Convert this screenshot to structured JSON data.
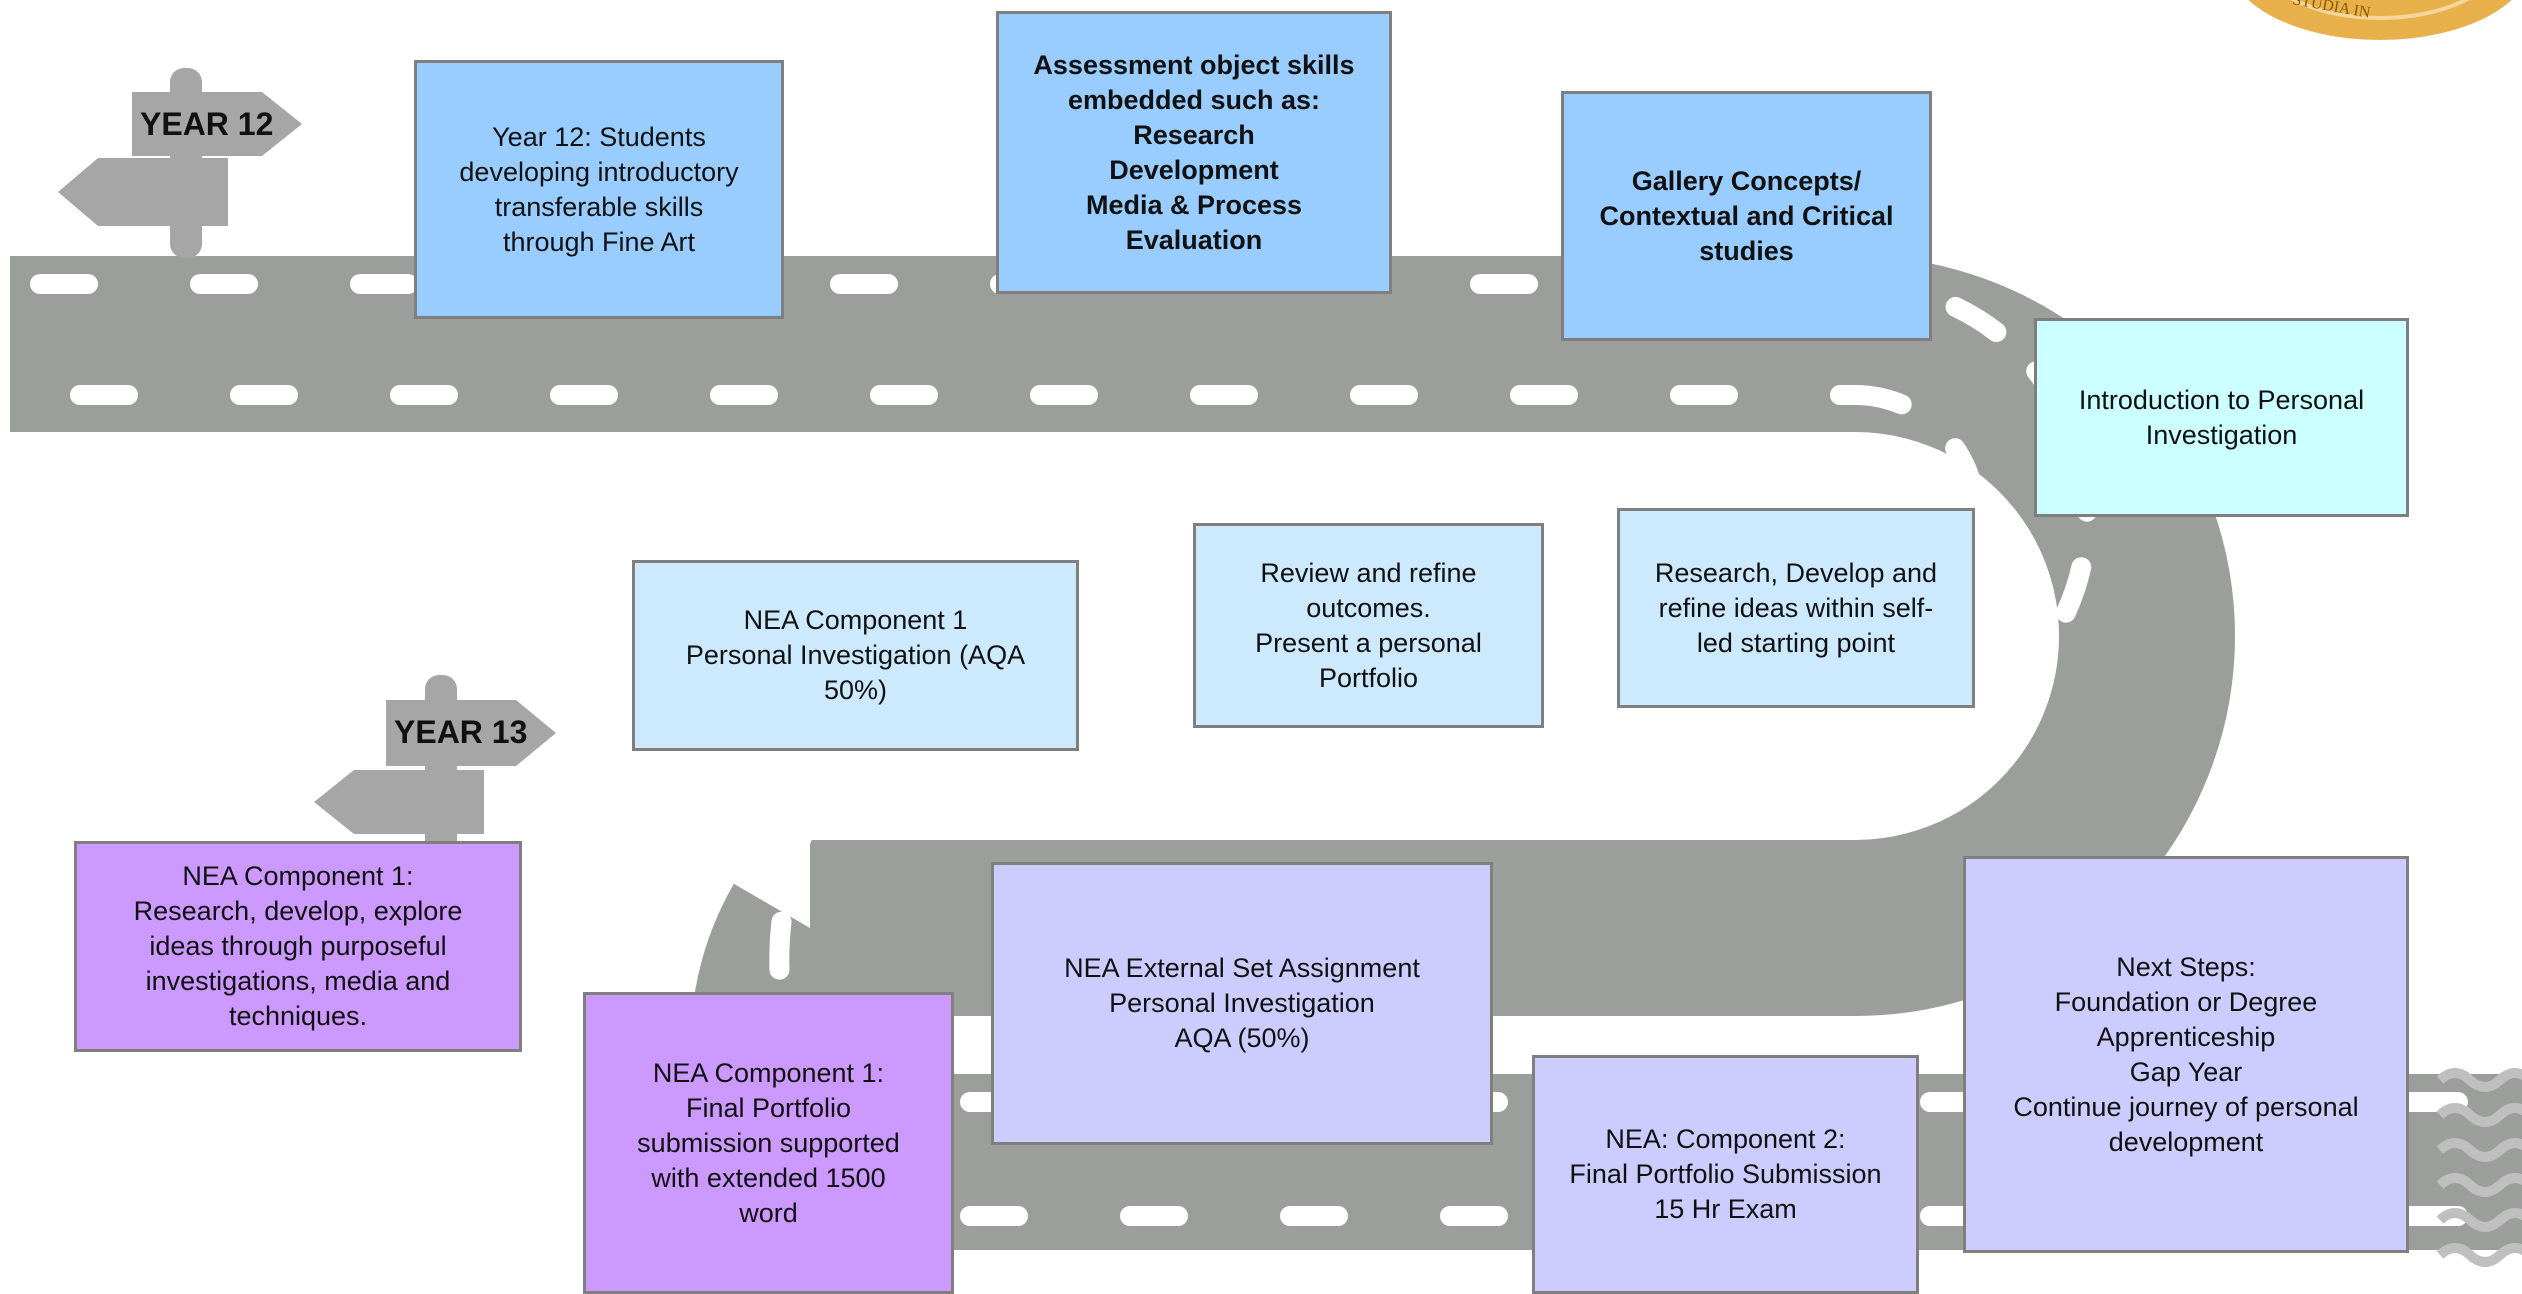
{
  "signs": {
    "year12": "YEAR 12",
    "year13": "YEAR 13"
  },
  "logo": {
    "text": "STUDIA IN"
  },
  "boxes": {
    "year12_intro": "Year 12: Students\ndeveloping introductory\ntransferable skills\nthrough Fine Art",
    "assessment_skills": "Assessment object skills\nembedded such as:\nResearch\nDevelopment\nMedia & Process\nEvaluation",
    "gallery_concepts": "Gallery Concepts/\nContextual and Critical\nstudies",
    "intro_personal_investigation": "Introduction to Personal\nInvestigation",
    "research_develop_refine": "Research, Develop and\nrefine ideas within self-\nled starting point",
    "review_refine": "Review and refine\noutcomes.\nPresent a personal\nPortfolio",
    "nea_component1_aqa": "NEA Component 1\nPersonal Investigation (AQA\n50%)",
    "nea_component1_research": "NEA Component 1:\nResearch, develop, explore\nideas through purposeful\ninvestigations, media and\ntechniques.",
    "nea_external_set": "NEA External Set Assignment\nPersonal Investigation\nAQA (50%)",
    "nea_final_portfolio": "NEA Component 1:\nFinal Portfolio\nsubmission supported\nwith extended 1500\nword",
    "nea_component2": "NEA: Component 2:\nFinal Portfolio Submission\n15 Hr Exam",
    "next_steps": "Next Steps:\nFoundation or Degree\nApprenticeship\nGap Year\nContinue journey of personal\ndevelopment"
  },
  "colors": {
    "road": "#9c9e9c",
    "dash": "#ffffff",
    "signpost": "#a6a6a6",
    "box_blue": "#99ccff",
    "box_lightblue": "#cce9fd",
    "box_cyan": "#ccffff",
    "box_purple": "#cc99ff",
    "box_lavender": "#ccccff",
    "logo": "#e8b04a"
  }
}
